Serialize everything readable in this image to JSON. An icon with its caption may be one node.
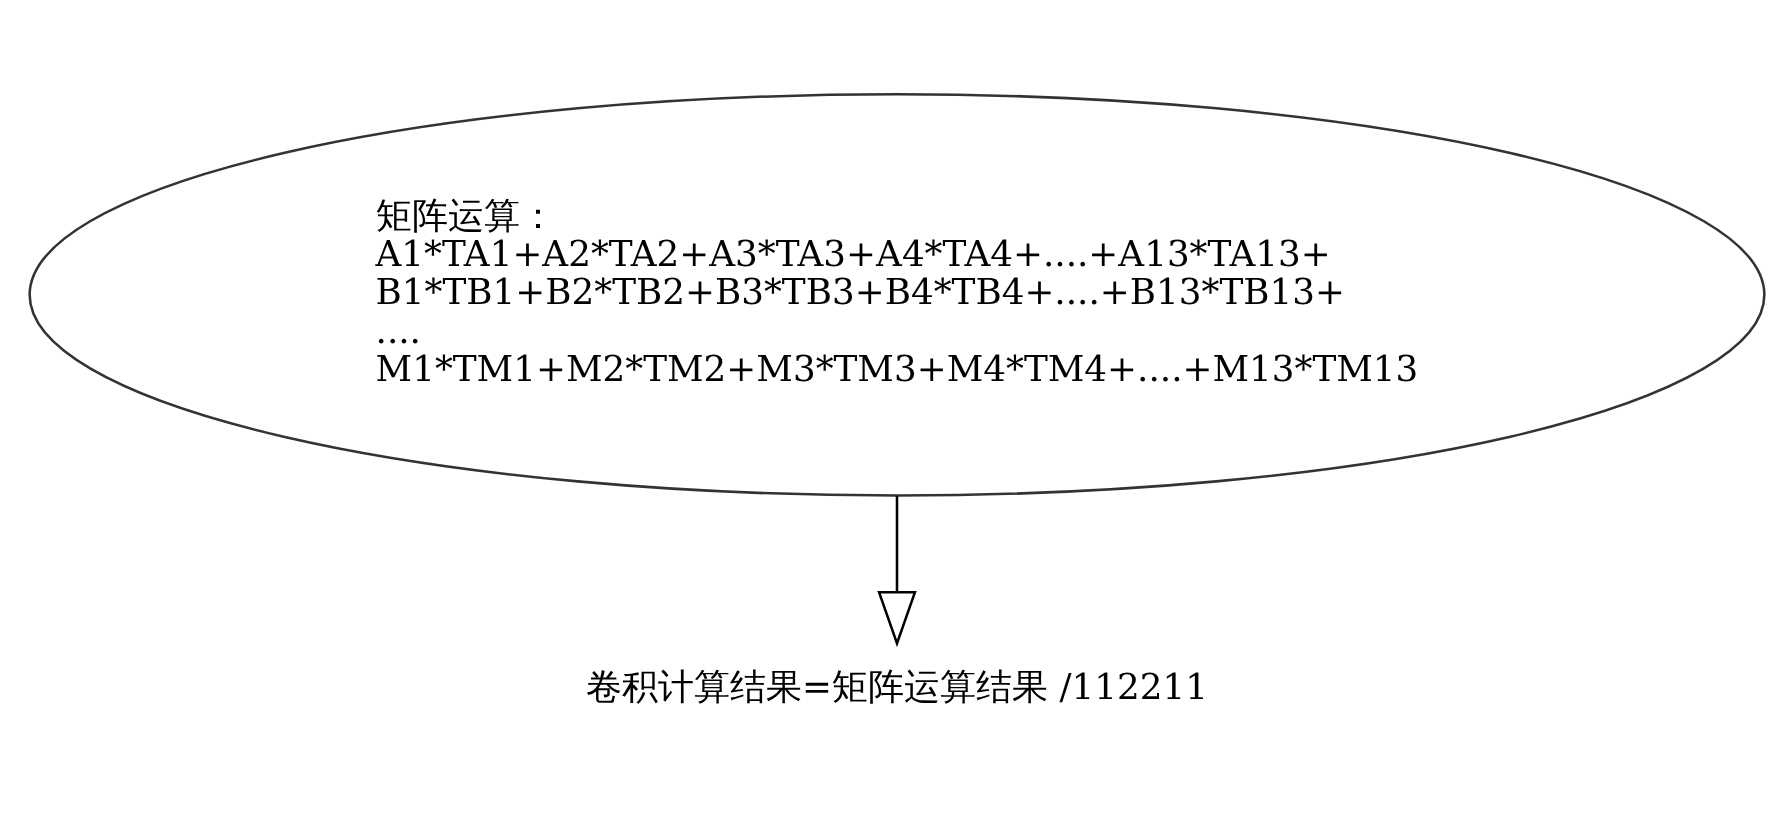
{
  "diagram": {
    "nodes": [
      {
        "text": [
          "矩阵运算：",
          "A1*TA1+A2*TA2+A3*TA3+A4*TA4+....+A13*TA13+",
          "B1*TB1+B2*TB2+B3*TB3+B4*TB4+....+B13*TB13+",
          "....",
          "M1*TM1+M2*TM2+M3*TM3+M4*TM4+....+M13*TM13"
        ]
      },
      {
        "text": [
          "卷积计算结果=矩阵运算结果 /112211"
        ]
      }
    ],
    "edges": [
      {
        "from": 0,
        "to": 1,
        "arrow": "to"
      }
    ]
  }
}
